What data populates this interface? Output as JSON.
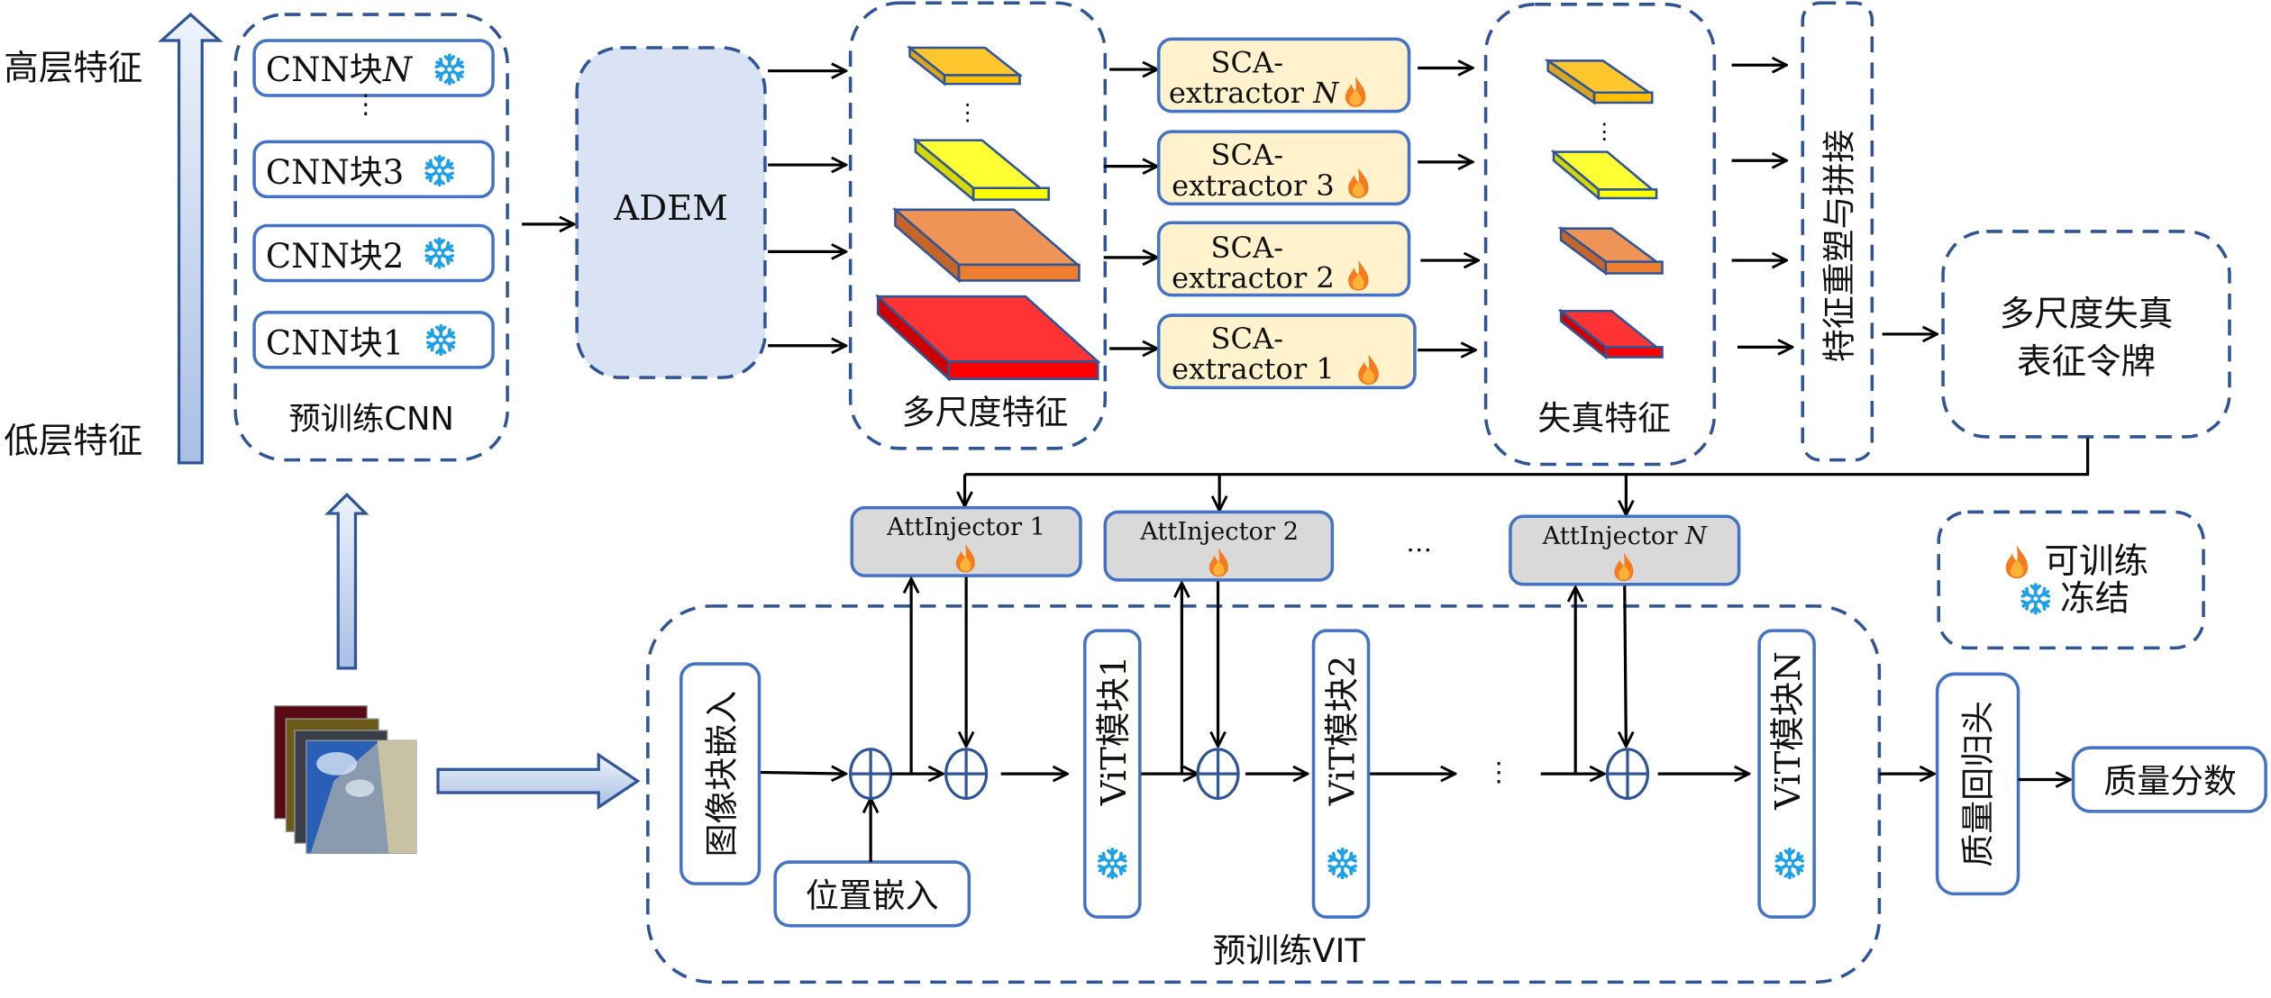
{
  "cnn_section": {
    "high_label": "高层特征",
    "low_label": "低层特征",
    "blocks": [
      {
        "label": "CNN块",
        "suffix": "N",
        "italic": true,
        "status": "frozen"
      },
      {
        "label": "CNN块",
        "suffix": "3",
        "italic": false,
        "status": "frozen"
      },
      {
        "label": "CNN块",
        "suffix": "2",
        "italic": false,
        "status": "frozen"
      },
      {
        "label": "CNN块",
        "suffix": "1",
        "italic": false,
        "status": "frozen"
      }
    ],
    "title": "预训练CNN"
  },
  "adem": {
    "label": "ADEM"
  },
  "multiscale": {
    "title": "多尺度特征"
  },
  "extractors": [
    {
      "line1": "SCA-",
      "line2": "extractor",
      "index": "N",
      "italic": true,
      "status": "trainable"
    },
    {
      "line1": "SCA-",
      "line2": "extractor",
      "index": "3",
      "italic": false,
      "status": "trainable"
    },
    {
      "line1": "SCA-",
      "line2": "extractor",
      "index": "2",
      "italic": false,
      "status": "trainable"
    },
    {
      "line1": "SCA-",
      "line2": "extractor",
      "index": "1",
      "italic": false,
      "status": "trainable"
    }
  ],
  "distortion": {
    "title": "失真特征"
  },
  "reshape": {
    "label": "特征重塑与拼接"
  },
  "tokens": {
    "line1": "多尺度失真",
    "line2": "表征令牌"
  },
  "injectors": [
    {
      "label": "AttInjector",
      "index": "1",
      "italic": false,
      "status": "trainable"
    },
    {
      "label": "AttInjector",
      "index": "2",
      "italic": false,
      "status": "trainable"
    },
    {
      "label": "AttInjector",
      "index": "N",
      "italic": true,
      "status": "trainable"
    }
  ],
  "injector_ellipsis": "…",
  "legend": {
    "trainable_label": "可训练",
    "frozen_label": "冻结"
  },
  "vit_section": {
    "patch_embed": "图像块嵌入",
    "pos_embed": "位置嵌入",
    "blocks": [
      {
        "label": "ViT模块1",
        "status": "frozen"
      },
      {
        "label": "ViT模块2",
        "status": "frozen"
      },
      {
        "label": "ViT模块N",
        "status": "frozen"
      }
    ],
    "title": "预训练VIT"
  },
  "head": {
    "label": "质量回归头"
  },
  "output": {
    "label": "质量分数"
  },
  "colors": {
    "dash_border": "#2f5597",
    "box_border": "#4472c4",
    "extractor_fill": "#fff2cc",
    "injector_fill": "#d9d9d9",
    "adem_fill": "#dae3f3",
    "snowflake": "#1ea0e8",
    "flame_outer": "#f47c20",
    "flame_inner": "#ffb238",
    "feature_colors": [
      "#ffc62e",
      "#ffff33",
      "#ee9457",
      "#ff3333"
    ]
  }
}
